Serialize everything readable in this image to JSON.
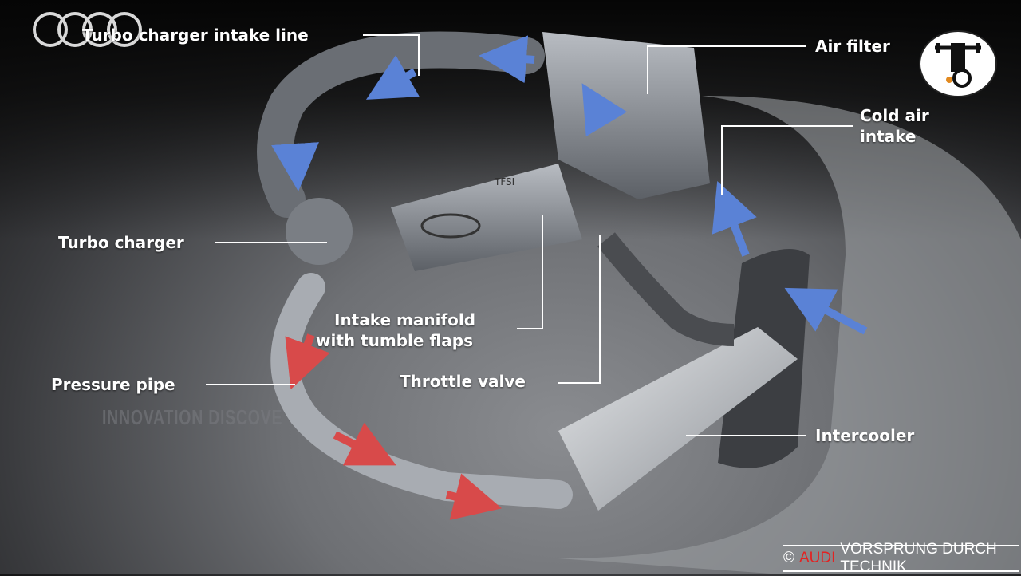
{
  "labels": {
    "turbo_intake_line": "Turbo charger intake line",
    "air_filter": "Air filter",
    "cold_air_intake_1": "Cold air",
    "cold_air_intake_2": "intake",
    "turbo_charger": "Turbo charger",
    "intake_manifold_1": "Intake manifold",
    "intake_manifold_2": "with tumble flaps",
    "throttle_valve": "Throttle valve",
    "pressure_pipe": "Pressure pipe",
    "intercooler": "Intercooler"
  },
  "engine_badge": "TFSI",
  "watermark": "INNOVATION DISCOVE",
  "copyright": {
    "symbol": "©",
    "brand": "AUDI",
    "slogan": "VORSPRUNG DURCH TECHNIK"
  },
  "colors": {
    "hot_air_arrow": "#d84a4a",
    "cold_air_arrow": "#4a72c8",
    "brand_red": "#e32222"
  },
  "icons": [
    "audi-rings-logo",
    "mechanic-wrench-turbo-badge"
  ]
}
